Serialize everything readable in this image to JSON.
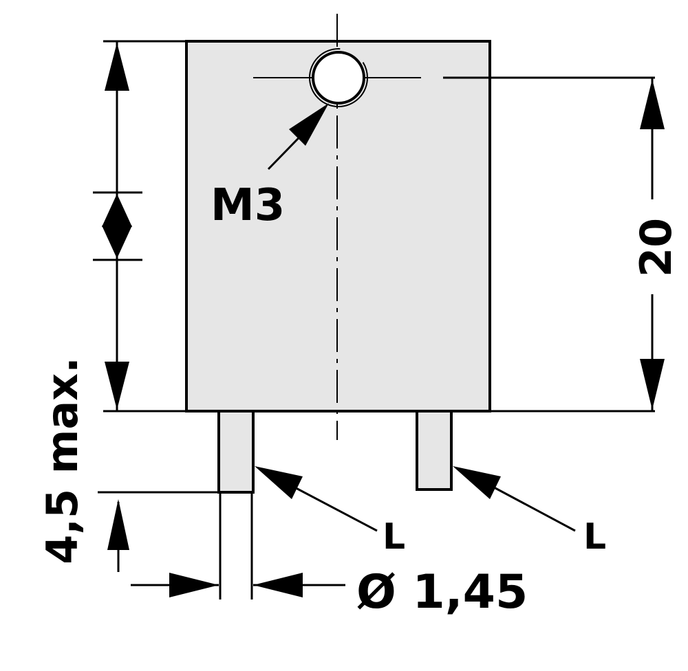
{
  "labels": {
    "thread": "M3",
    "height_dim": "20",
    "max_height": "4,5 max.",
    "lead_left": "L",
    "lead_right": "L",
    "pin_diameter": "Ø 1,45"
  },
  "colors": {
    "stroke": "#000000",
    "body_fill": "#e6e6e6",
    "background": "#ffffff"
  }
}
